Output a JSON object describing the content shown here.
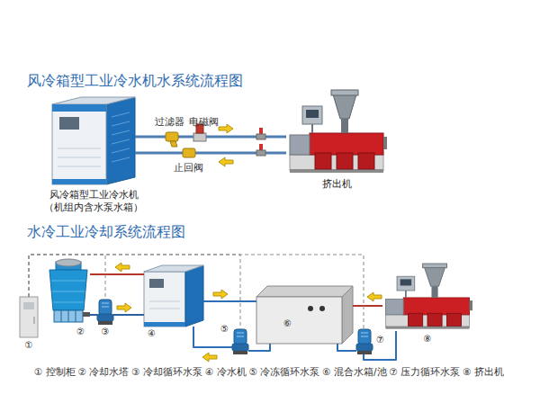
{
  "diagram": {
    "title": "风冷箱型工业冷水机水系统流程图",
    "nodes": [
      {
        "text": [
          "风冷箱型工业冷水机 （机组内含水泵水箱）"
        ]
      },
      {
        "text": [
          "挤出机"
        ]
      },
      {
        "text": [
          "①"
        ]
      },
      {
        "text": [
          "②"
        ]
      },
      {
        "text": [
          "③"
        ]
      },
      {
        "text": [
          "④"
        ]
      },
      {
        "text": [
          "⑤"
        ]
      },
      {
        "text": [
          "⑥"
        ]
      },
      {
        "text": [
          "⑦"
        ]
      },
      {
        "text": [
          "⑧"
        ]
      }
    ],
    "edges": [
      {
        "from": 0,
        "to": 1,
        "arrow": "none"
      },
      {
        "from": 1,
        "to": 0,
        "arrow": "none"
      },
      {
        "from": 3,
        "to": 4,
        "arrow": "none"
      },
      {
        "from": 4,
        "to": 5,
        "arrow": "none"
      },
      {
        "from": 5,
        "to": 3,
        "arrow": "none"
      },
      {
        "from": 5,
        "to": 7,
        "arrow": "none"
      },
      {
        "from": 7,
        "to": 6,
        "arrow": "none"
      },
      {
        "from": 6,
        "to": 5,
        "arrow": "none"
      },
      {
        "from": 7,
        "to": 8,
        "arrow": "none"
      },
      {
        "from": 8,
        "to": 9,
        "arrow": "none"
      },
      {
        "from": 9,
        "to": 7,
        "arrow": "none"
      },
      {
        "from": 2,
        "to": 4,
        "arrow": "none"
      },
      {
        "from": 2,
        "to": 6,
        "arrow": "none"
      },
      {
        "from": 2,
        "to": 8,
        "arrow": "none"
      }
    ],
    "labels": [
      "过滤器",
      "电磁阀",
      "止回阀",
      "水冷工业冷却系统流程图",
      "① 控制柜",
      "② 冷却水塔",
      "③ 冷却循环水泵",
      "④ 冷水机",
      "⑤ 冷冻循环水泵",
      "⑥ 混合水箱/池",
      "⑦ 压力循环水泵",
      "⑧ 挤出机"
    ]
  }
}
